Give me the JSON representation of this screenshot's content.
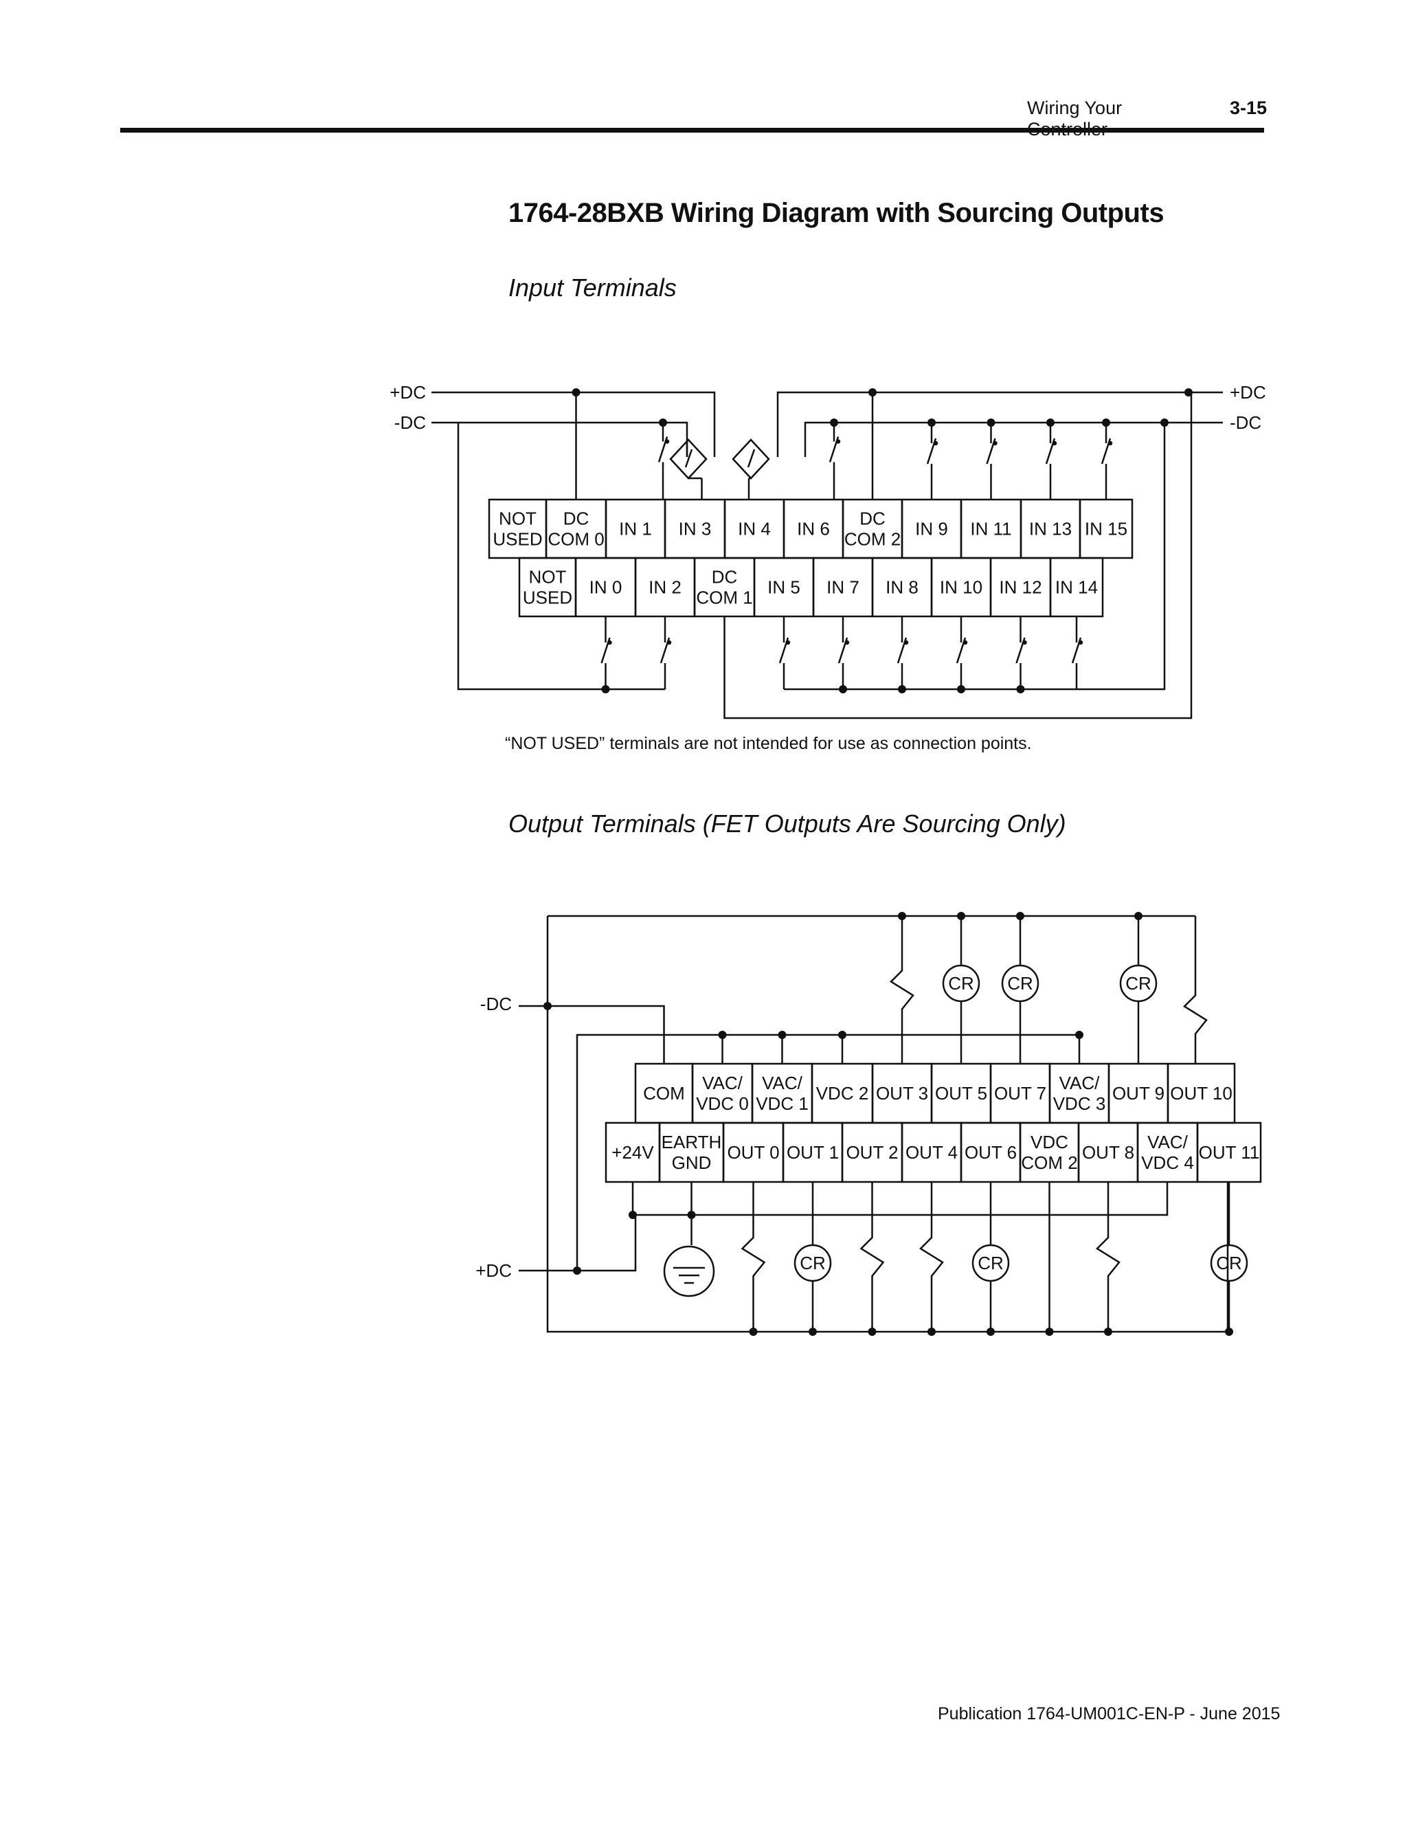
{
  "header": {
    "section": "Wiring Your Controller",
    "page": "3-15"
  },
  "title": "1764-28BXB Wiring Diagram with Sourcing Outputs",
  "input_section": {
    "title": "Input Terminals",
    "rail_labels": {
      "pos_left": "+DC",
      "neg_left": "-DC",
      "pos_right": "+DC",
      "neg_right": "-DC"
    },
    "top_row": [
      [
        "NOT",
        "USED"
      ],
      [
        "DC",
        "COM 0"
      ],
      [
        "IN 1"
      ],
      [
        "IN 3"
      ],
      [
        "IN 4"
      ],
      [
        "IN 6"
      ],
      [
        "DC",
        "COM 2"
      ],
      [
        "IN 9"
      ],
      [
        "IN 11"
      ],
      [
        "IN 13"
      ],
      [
        "IN 15"
      ]
    ],
    "bottom_row": [
      [
        "NOT",
        "USED"
      ],
      [
        "IN 0"
      ],
      [
        "IN 2"
      ],
      [
        "DC",
        "COM 1"
      ],
      [
        "IN 5"
      ],
      [
        "IN 7"
      ],
      [
        "IN 8"
      ],
      [
        "IN 10"
      ],
      [
        "IN 12"
      ],
      [
        "IN 14"
      ]
    ],
    "footnote": "“NOT USED” terminals are not intended for use as connection points."
  },
  "output_section": {
    "title": "Output Terminals (FET Outputs Are Sourcing Only)",
    "rail_labels": {
      "neg": "-DC",
      "pos": "+DC"
    },
    "top_row": [
      [
        "COM"
      ],
      [
        "VAC/",
        "VDC 0"
      ],
      [
        "VAC/",
        "VDC 1"
      ],
      [
        "VDC 2"
      ],
      [
        "OUT 3"
      ],
      [
        "OUT 5"
      ],
      [
        "OUT 7"
      ],
      [
        "VAC/",
        "VDC 3"
      ],
      [
        "OUT 9"
      ],
      [
        "OUT 10"
      ]
    ],
    "bottom_row": [
      [
        "+24V"
      ],
      [
        "EARTH",
        "GND"
      ],
      [
        "OUT 0"
      ],
      [
        "OUT 1"
      ],
      [
        "OUT 2"
      ],
      [
        "OUT 4"
      ],
      [
        "OUT 6"
      ],
      [
        "VDC",
        "COM 2"
      ],
      [
        "OUT 8"
      ],
      [
        "VAC/",
        "VDC 4"
      ],
      [
        "OUT 11"
      ]
    ],
    "relay_label": "CR"
  },
  "footer": "Publication 1764-UM001C-EN-P - June 2015"
}
